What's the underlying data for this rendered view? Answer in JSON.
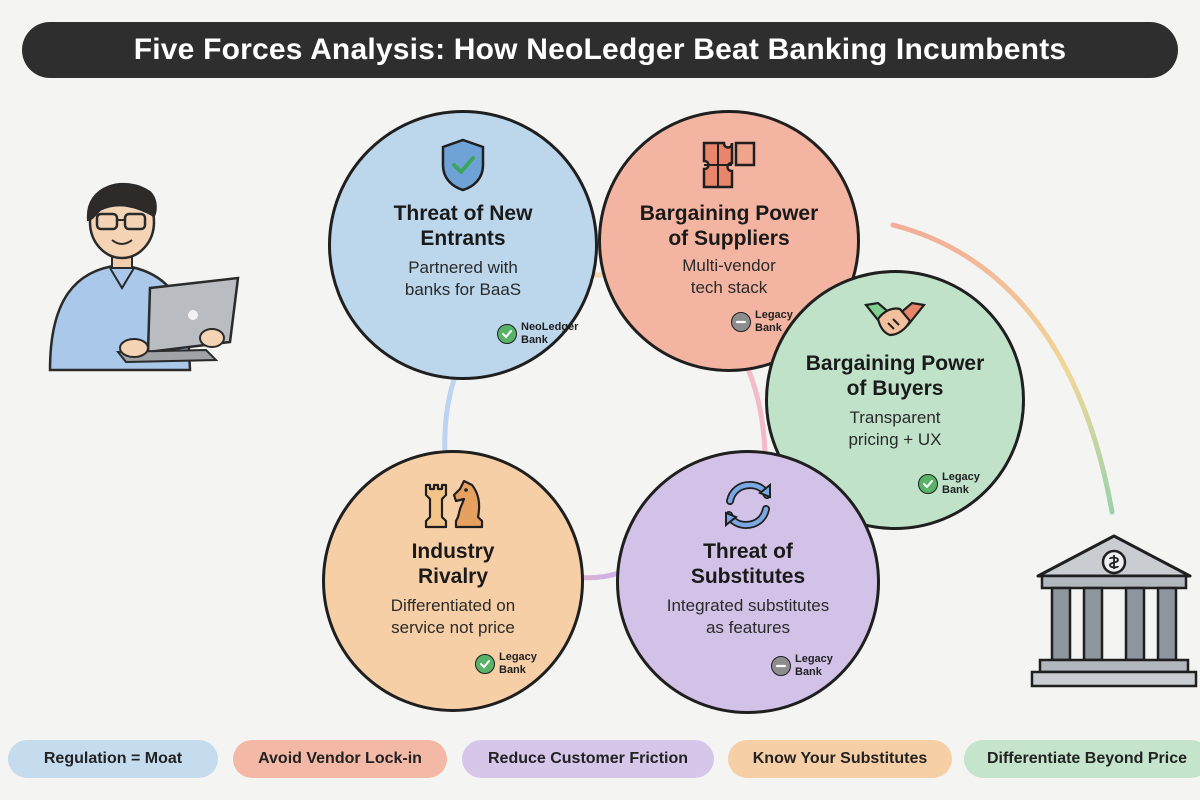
{
  "title": "Five Forces Analysis: How NeoLedger Beat Banking Incumbents",
  "forces": {
    "new_entrants": {
      "title_line1": "Threat of New",
      "title_line2": "Entrants",
      "desc_line1": "Partnered with",
      "desc_line2": "banks for BaaS",
      "badge_line1": "NeoLedger",
      "badge_line2": "Bank",
      "badge_type": "check",
      "icon": "shield-check-icon",
      "color": "#bcd7ec"
    },
    "suppliers": {
      "title_line1": "Bargaining Power",
      "title_line2": "of Suppliers",
      "desc_line1": "Multi-vendor",
      "desc_line2": "tech stack",
      "badge_line1": "Legacy",
      "badge_line2": "Bank",
      "badge_type": "neutral",
      "icon": "puzzle-icon",
      "color": "#f4b4a2"
    },
    "buyers": {
      "title_line1": "Bargaining Power",
      "title_line2": "of Buyers",
      "desc_line1": "Transparent",
      "desc_line2": "pricing + UX",
      "badge_line1": "Legacy",
      "badge_line2": "Bank",
      "badge_type": "check",
      "icon": "handshake-icon",
      "color": "#bfe2c9"
    },
    "rivalry": {
      "title_line1": "Industry",
      "title_line2": "Rivalry",
      "desc_line1": "Differentiated on",
      "desc_line2": "service not price",
      "badge_line1": "Legacy",
      "badge_line2": "Bank",
      "badge_type": "check",
      "icon": "chess-pieces-icon",
      "color": "#f7cfa6"
    },
    "substitutes": {
      "title_line1": "Threat of",
      "title_line2": "Substitutes",
      "desc_line1": "Integrated substitutes",
      "desc_line2": "as features",
      "badge_line1": "Legacy",
      "badge_line2": "Bank",
      "badge_type": "neutral",
      "icon": "refresh-cycle-icon",
      "color": "#d3c2e8"
    }
  },
  "takeaways": [
    {
      "label": "Regulation = Moat",
      "color": "#c5dcee"
    },
    {
      "label": "Avoid Vendor Lock-in",
      "color": "#f4b8a6"
    },
    {
      "label": "Reduce Customer Friction",
      "color": "#d6c6ea"
    },
    {
      "label": "Know Your Substitutes",
      "color": "#f7cfa6"
    },
    {
      "label": "Differentiate Beyond Price",
      "color": "#c4e4cc"
    }
  ],
  "illustrations": {
    "person": "person-with-laptop-icon",
    "bank": "bank-building-icon"
  }
}
